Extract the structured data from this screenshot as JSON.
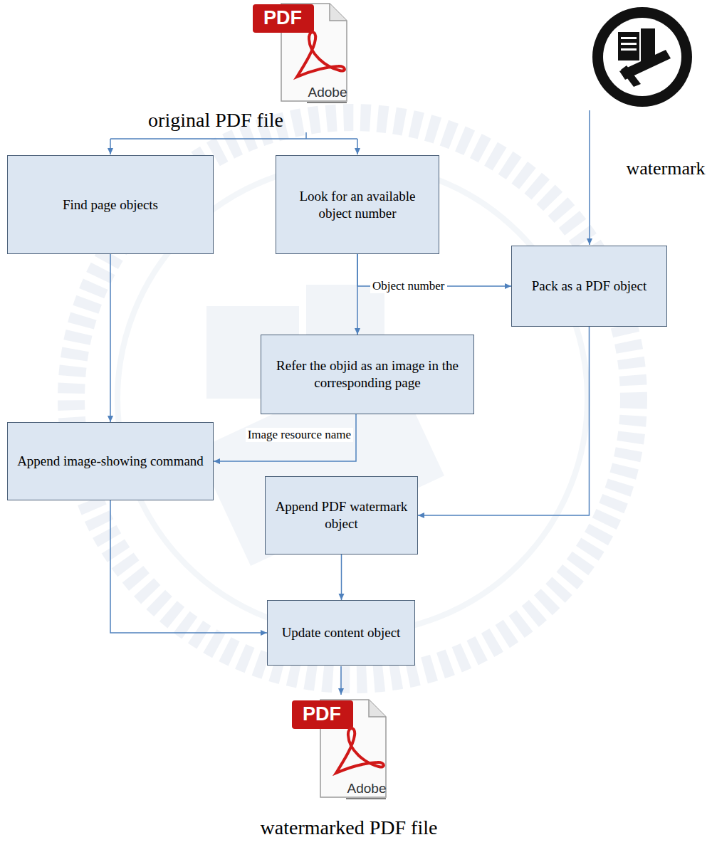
{
  "diagram": {
    "nodes": [
      {
        "text": [
          "Find page objects"
        ]
      },
      {
        "text": [
          "Look for an available object number"
        ]
      },
      {
        "text": [
          "Pack as a PDF object"
        ]
      },
      {
        "text": [
          "Refer the objid as an image in the corresponding page"
        ]
      },
      {
        "text": [
          "Append image-showing command"
        ]
      },
      {
        "text": [
          "Append PDF watermark object"
        ]
      },
      {
        "text": [
          "Update content object"
        ]
      }
    ],
    "edges": [
      {
        "from": 0,
        "to": 4,
        "arrow": "to"
      },
      {
        "from": 1,
        "to": 3,
        "arrow": "to"
      },
      {
        "from": 1,
        "to": 2,
        "label": "Object number",
        "arrow": "to"
      },
      {
        "from": 3,
        "to": 4,
        "label": "Image resource name",
        "arrow": "to"
      },
      {
        "from": 2,
        "to": 5,
        "arrow": "to"
      },
      {
        "from": 4,
        "to": 6,
        "arrow": "to"
      },
      {
        "from": 5,
        "to": 6,
        "arrow": "to"
      }
    ],
    "labels": [
      "PDF",
      "Adobe",
      "original PDF file",
      "watermark",
      "PDF",
      "Adobe",
      "watermarked PDF file"
    ]
  }
}
